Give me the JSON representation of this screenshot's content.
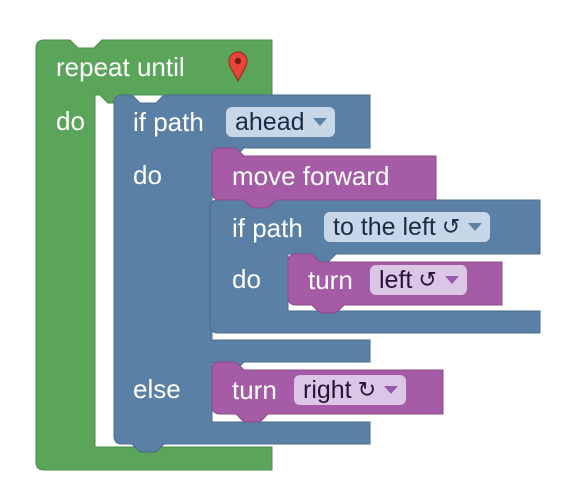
{
  "repeat_block": {
    "keyword": "repeat until",
    "condition_icon": "map-pin-icon",
    "do_label": "do"
  },
  "if_else_block": {
    "keyword": "if path",
    "direction": "ahead",
    "do_label": "do",
    "else_label": "else"
  },
  "move_block": {
    "label": "move forward"
  },
  "inner_if_block": {
    "keyword": "if path",
    "direction": "to the left",
    "direction_icon": "rotate-ccw-icon",
    "do_label": "do"
  },
  "turn_left_block": {
    "keyword": "turn",
    "direction": "left",
    "direction_icon": "rotate-ccw-icon"
  },
  "turn_right_block": {
    "keyword": "turn",
    "direction": "right",
    "direction_icon": "rotate-cw-icon"
  },
  "colors": {
    "loop": "#5ba55b",
    "logic": "#5b80a5",
    "action": "#a55ba5",
    "pin": "#e4463a"
  }
}
